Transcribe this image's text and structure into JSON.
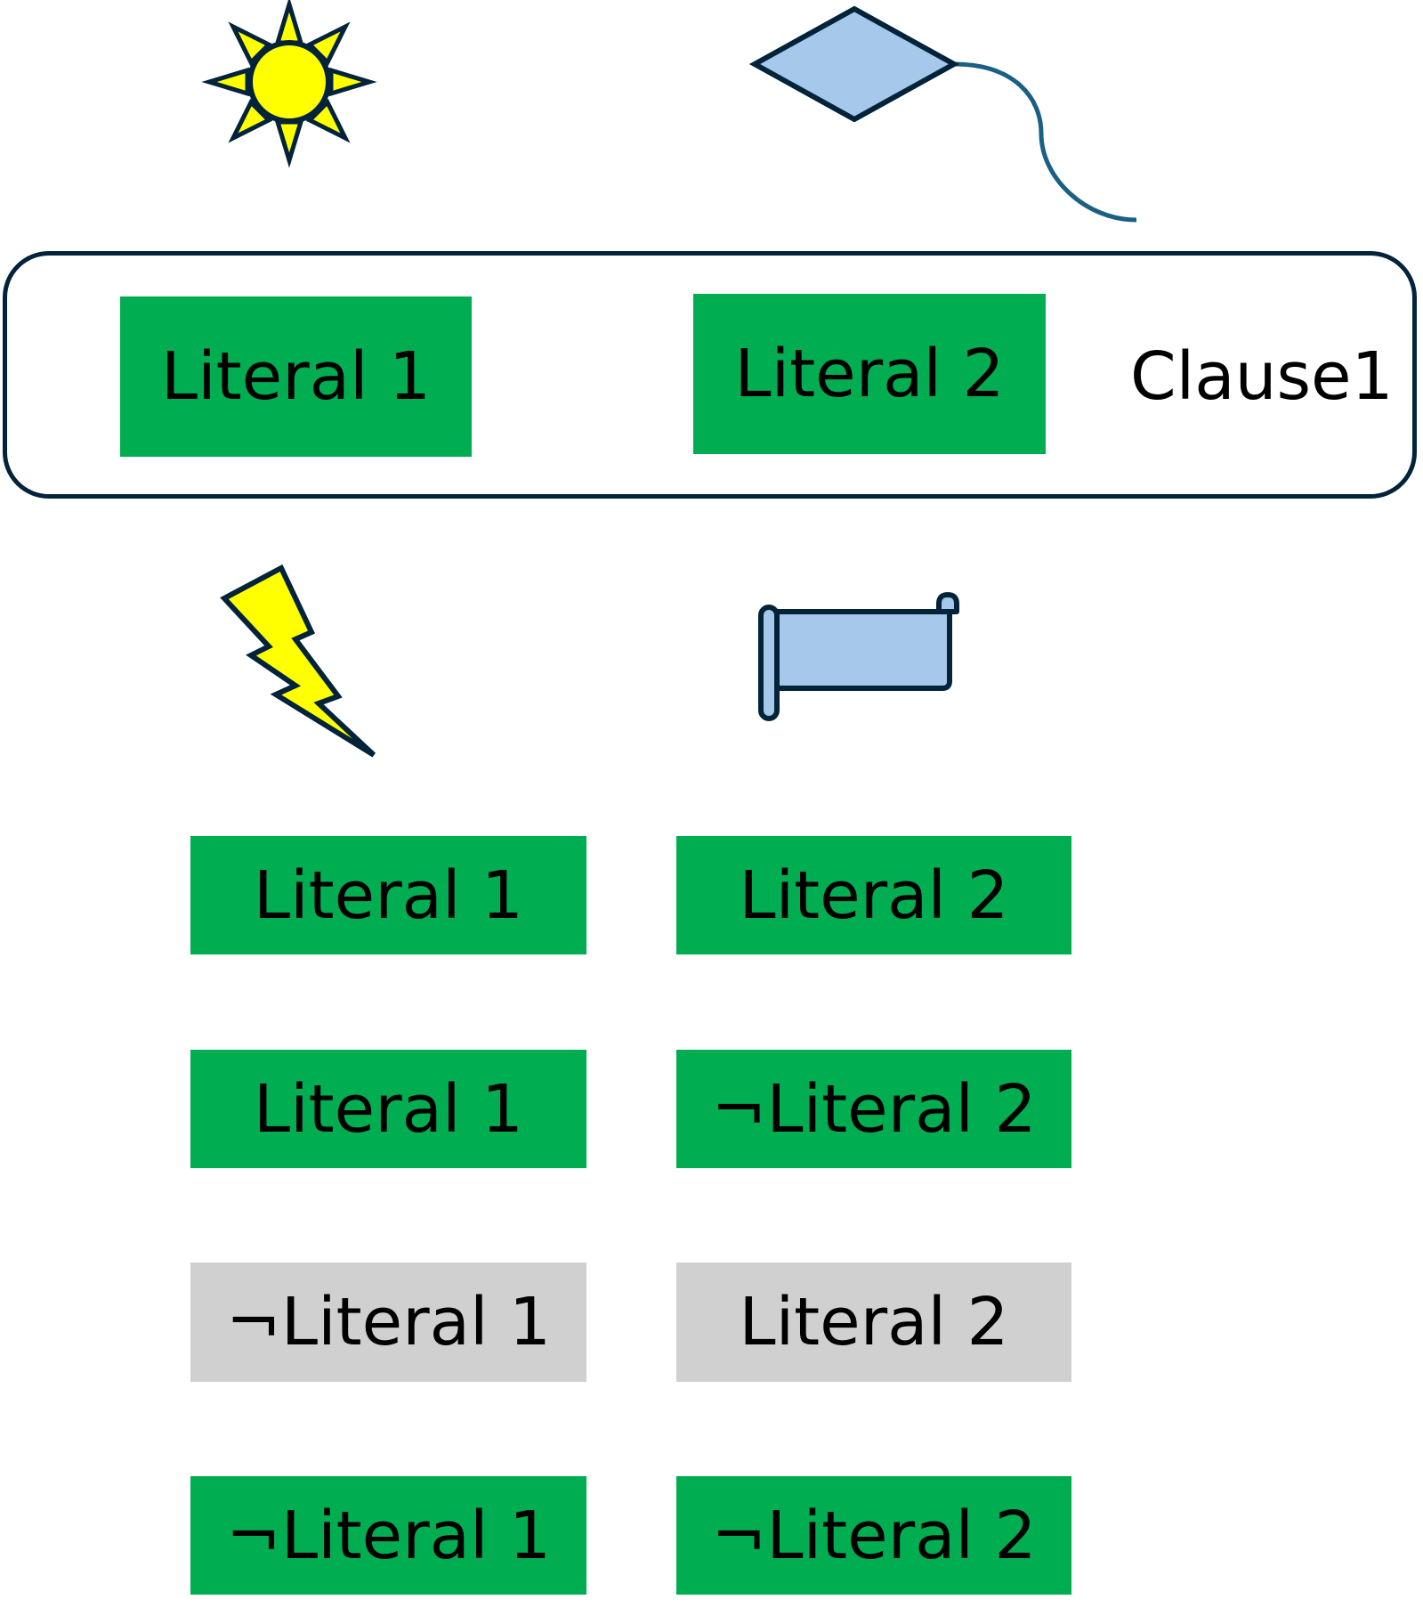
{
  "colors": {
    "literal_true": "#00ae51",
    "literal_false": "#d0d0d0",
    "outline": "#03233a",
    "sun_fill": "#ffff00",
    "shape_fill": "#a6c9eb",
    "curve": "#1b5f85"
  },
  "icons": {
    "sun": "sun-icon",
    "diamond": "diamond-icon",
    "lightning": "lightning-bolt-icon",
    "scroll": "scroll-icon"
  },
  "clause": {
    "label": "Clause1",
    "literals": [
      {
        "text": "Literal 1",
        "state": "true"
      },
      {
        "text": "Literal 2",
        "state": "true"
      }
    ]
  },
  "rows": [
    {
      "left": {
        "text": "Literal 1",
        "state": "true"
      },
      "right": {
        "text": "Literal 2",
        "state": "true"
      }
    },
    {
      "left": {
        "text": "Literal 1",
        "state": "true"
      },
      "right": {
        "text": "¬Literal 2",
        "state": "true"
      }
    },
    {
      "left": {
        "text": "¬Literal 1",
        "state": "false"
      },
      "right": {
        "text": "Literal 2",
        "state": "false"
      }
    },
    {
      "left": {
        "text": "¬Literal 1",
        "state": "true"
      },
      "right": {
        "text": "¬Literal 2",
        "state": "true"
      }
    }
  ]
}
